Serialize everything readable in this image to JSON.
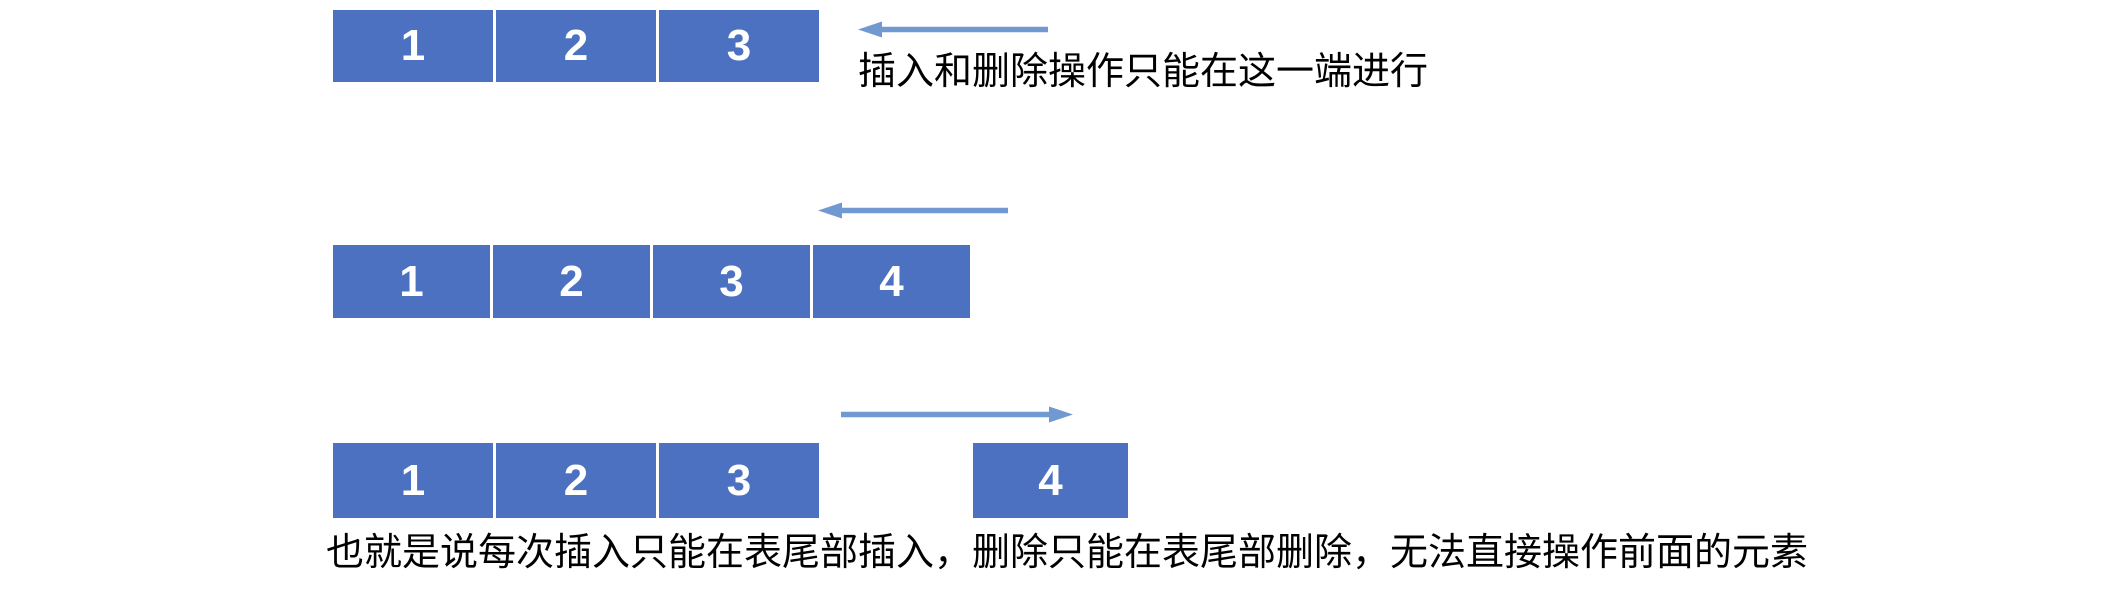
{
  "colors": {
    "box_fill": "#4c71c0",
    "digit_color": "#ffffff",
    "arrow": "#7098d1",
    "text_color": "#000000",
    "background": "#ffffff"
  },
  "diagram": {
    "title_context": "stack tail insert/delete illustration",
    "row1": {
      "cells": [
        "1",
        "2",
        "3"
      ],
      "arrow_direction": "left",
      "caption": "插入和删除操作只能在这一端进行"
    },
    "row2": {
      "cells": [
        "1",
        "2",
        "3",
        "4"
      ],
      "arrow_direction": "left"
    },
    "row3": {
      "cells": [
        "1",
        "2",
        "3"
      ],
      "detached_cell": "4",
      "arrow_direction": "right"
    },
    "footer": "也就是说每次插入只能在表尾部插入，删除只能在表尾部删除，无法直接操作前面的元素"
  }
}
